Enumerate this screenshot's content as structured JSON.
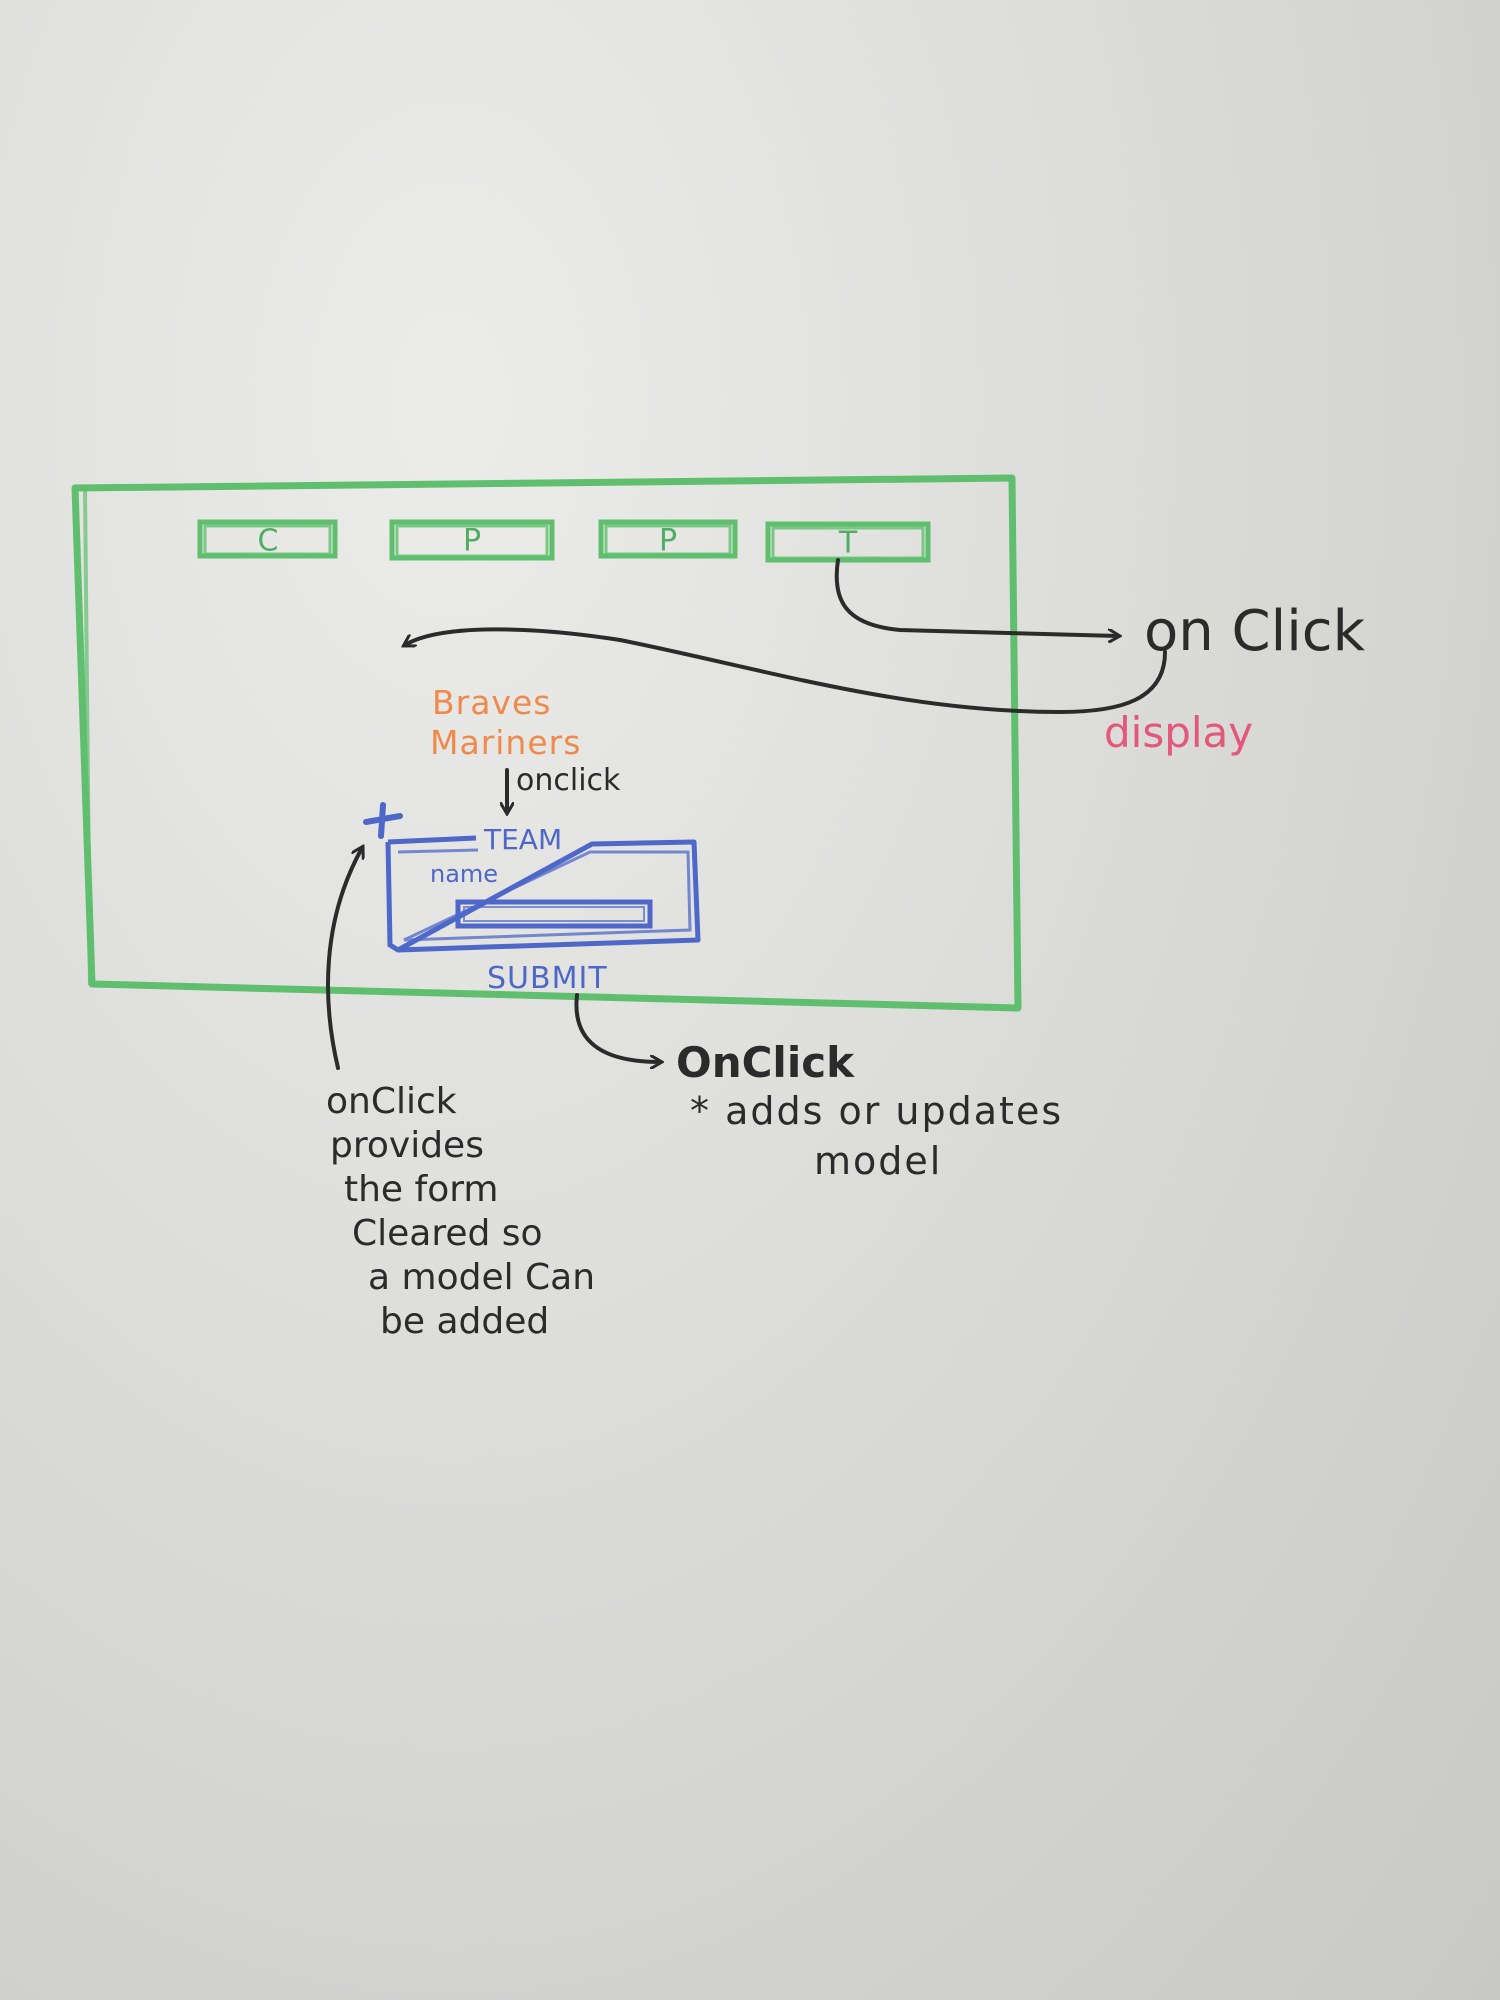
{
  "wireframe": {
    "tabs": [
      {
        "label": "C"
      },
      {
        "label": "P"
      },
      {
        "label": "P"
      },
      {
        "label": "T"
      }
    ],
    "list": {
      "items": [
        "Braves",
        "Mariners"
      ],
      "onclick_label": "onclick"
    },
    "team_form": {
      "add_symbol": "+",
      "title": "TEAM",
      "field_label": "name",
      "submit_label": "SUBMIT"
    }
  },
  "annotations": {
    "tab_onclick": "on Click",
    "display": "display",
    "submit_onclick": "OnClick",
    "submit_effect": "* adds or updates",
    "submit_effect_2": "model",
    "add_onclick_lines": [
      "onClick",
      "provides",
      "the form",
      "Cleared so",
      "a model Can",
      "be added"
    ]
  },
  "colors": {
    "wireframe": "#4fae62",
    "form": "#4e68c9",
    "list": "#f08a4b",
    "display": "#e2577a",
    "marker": "#2b2b2b"
  }
}
